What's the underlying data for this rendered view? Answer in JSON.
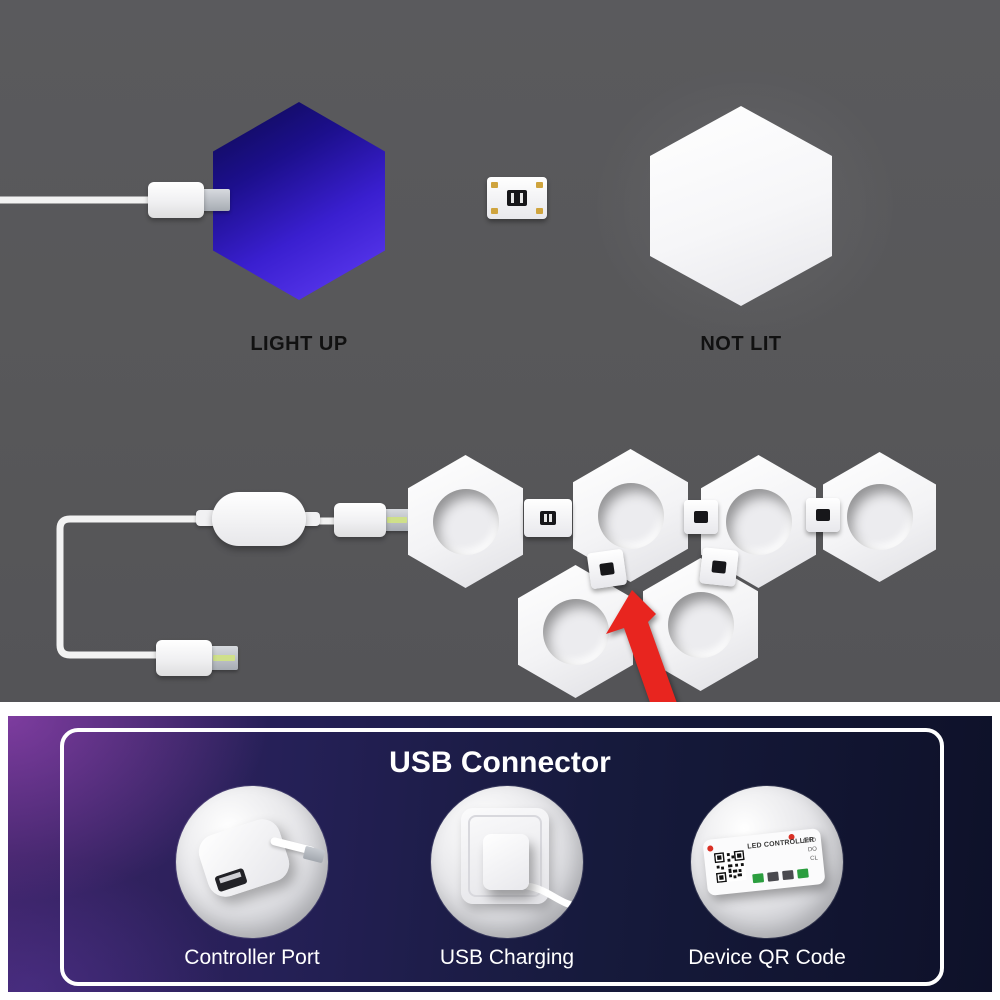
{
  "top_section": {
    "light_up_label": "LIGHT UP",
    "not_lit_label": "NOT LIT"
  },
  "bottom_panel": {
    "title": "USB Connector",
    "items": [
      {
        "label": "Controller Port"
      },
      {
        "label": "USB Charging"
      },
      {
        "label": "Device QR Code"
      }
    ],
    "qr_device": {
      "name": "LED CONTROLLER",
      "pins": [
        "GND",
        "DO",
        "CL"
      ]
    }
  },
  "colors": {
    "lit_hexagon_blue": "#3a1fd0",
    "background_gray": "#58585a",
    "arrow_red": "#e8251f",
    "panel_purple": "#6b3596"
  }
}
